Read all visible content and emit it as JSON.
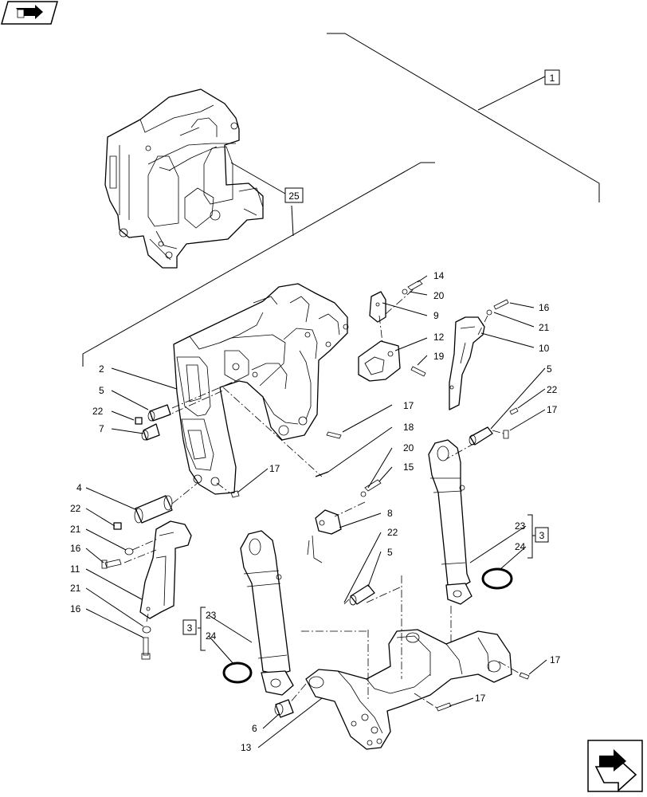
{
  "callouts": {
    "c1": "1",
    "c2": "2",
    "c3a": "3",
    "c3b": "3",
    "c4": "4",
    "c5a": "5",
    "c5b": "5",
    "c5c": "5",
    "c6": "6",
    "c7": "7",
    "c8": "8",
    "c9": "9",
    "c10": "10",
    "c11": "11",
    "c12": "12",
    "c13": "13",
    "c14": "14",
    "c15": "15",
    "c16a": "16",
    "c16b": "16",
    "c17a": "17",
    "c17b": "17",
    "c17c": "17",
    "c17d": "17",
    "c17e": "17",
    "c18": "18",
    "c19": "19",
    "c20a": "20",
    "c20b": "20",
    "c21a": "21",
    "c21b": "21",
    "c21c": "21",
    "c22a": "22",
    "c22b": "22",
    "c22c": "22",
    "c22d": "22",
    "c23a": "23",
    "c23b": "23",
    "c24a": "24",
    "c24b": "24",
    "c25": "25"
  },
  "icons": {
    "top_left": "navigation-arrow-icon",
    "bottom_right": "next-page-arrow-icon"
  }
}
